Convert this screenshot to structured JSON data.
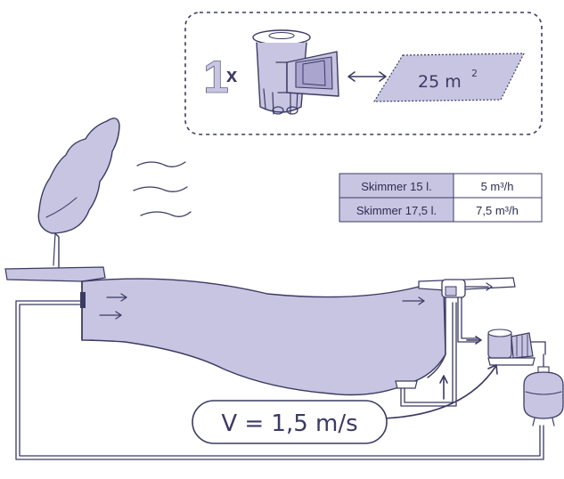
{
  "colors": {
    "ink": "#3b3a63",
    "violet_fill": "#c8c5e2",
    "violet_dark": "#a9a5cf",
    "table_header": "#c8c5e2"
  },
  "callout": {
    "count_number": "1",
    "count_suffix": "x",
    "area_label": "25 m",
    "area_exponent": "2"
  },
  "flow_table": {
    "rows": [
      {
        "skimmer": "Skimmer 15 l.",
        "flow": "5 m³/h"
      },
      {
        "skimmer": "Skimmer 17,5 l.",
        "flow": "7,5 m³/h"
      }
    ]
  },
  "velocity_label": "V = 1,5 m/s",
  "icons": [
    "skimmer-icon",
    "tree-icon",
    "wind-icon",
    "pump-icon",
    "sand-filter-icon",
    "double-arrow-icon",
    "flow-arrow-icon"
  ]
}
